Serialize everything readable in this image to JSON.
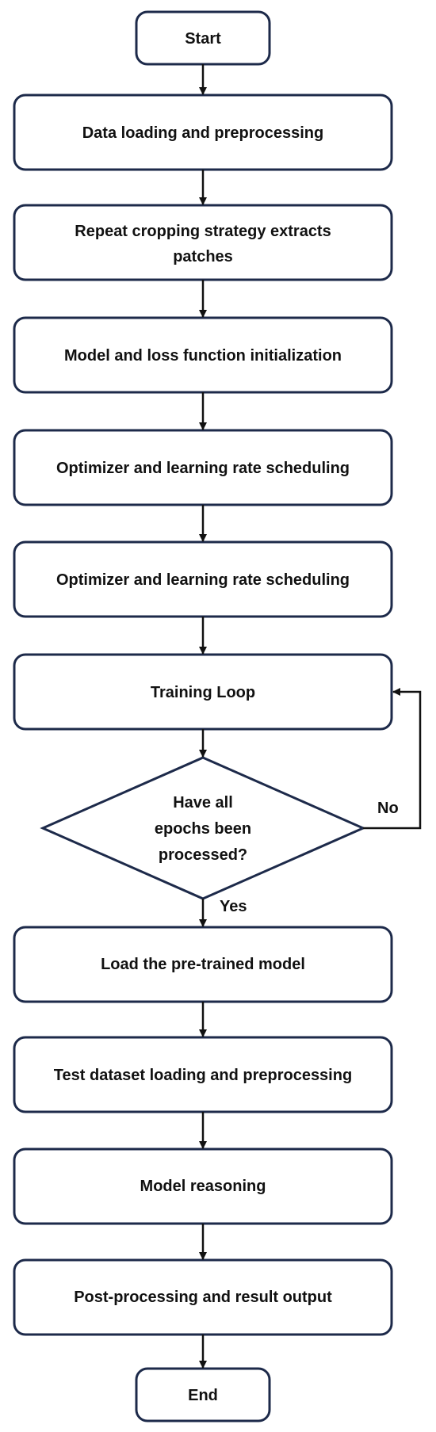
{
  "nodes": {
    "start": "Start",
    "data_loading": "Data loading and preprocessing",
    "repeat_cropping_line1": "Repeat cropping strategy extracts",
    "repeat_cropping_line2": "patches",
    "model_init": "Model and loss function initialization",
    "optimizer_1": "Optimizer and learning rate scheduling",
    "optimizer_2": "Optimizer and learning rate scheduling",
    "training_loop": "Training Loop",
    "decision_line1": "Have all",
    "decision_line2": "epochs been",
    "decision_line3": "processed?",
    "load_model": "Load the pre-trained model",
    "test_loading": "Test dataset loading and preprocessing",
    "model_reasoning": "Model reasoning",
    "post_processing": "Post-processing and result output",
    "end": "End"
  },
  "edges": {
    "no_label": "No",
    "yes_label": "Yes"
  }
}
